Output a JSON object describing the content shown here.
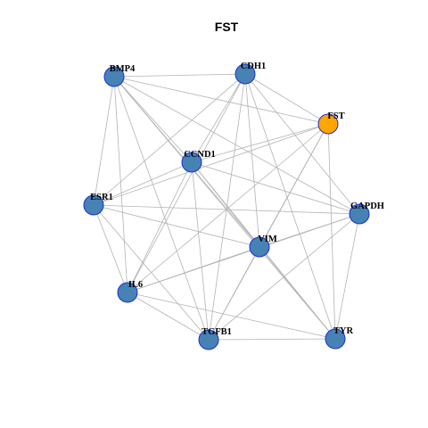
{
  "title": "FST",
  "colors": {
    "node_fill": "#4682b4",
    "highlight_fill": "#ffa500",
    "node_stroke": "#1c2ed6",
    "edge": "#b3b3b3"
  },
  "nodes": [
    {
      "id": "BMP4",
      "highlight": false
    },
    {
      "id": "CDH1",
      "highlight": false
    },
    {
      "id": "FST",
      "highlight": true
    },
    {
      "id": "CCND1",
      "highlight": false
    },
    {
      "id": "ESR1",
      "highlight": false
    },
    {
      "id": "GAPDH",
      "highlight": false
    },
    {
      "id": "VIM",
      "highlight": false
    },
    {
      "id": "IL6",
      "highlight": false
    },
    {
      "id": "TGFB1",
      "highlight": false
    },
    {
      "id": "TYR",
      "highlight": false
    }
  ],
  "edges": [
    [
      "BMP4",
      "CDH1"
    ],
    [
      "BMP4",
      "FST"
    ],
    [
      "BMP4",
      "CCND1"
    ],
    [
      "BMP4",
      "ESR1"
    ],
    [
      "BMP4",
      "GAPDH"
    ],
    [
      "BMP4",
      "VIM"
    ],
    [
      "BMP4",
      "IL6"
    ],
    [
      "BMP4",
      "TGFB1"
    ],
    [
      "BMP4",
      "TYR"
    ],
    [
      "CDH1",
      "FST"
    ],
    [
      "CDH1",
      "CCND1"
    ],
    [
      "CDH1",
      "ESR1"
    ],
    [
      "CDH1",
      "GAPDH"
    ],
    [
      "CDH1",
      "VIM"
    ],
    [
      "CDH1",
      "IL6"
    ],
    [
      "CDH1",
      "TGFB1"
    ],
    [
      "CDH1",
      "TYR"
    ],
    [
      "FST",
      "CCND1"
    ],
    [
      "FST",
      "ESR1"
    ],
    [
      "FST",
      "VIM"
    ],
    [
      "FST",
      "IL6"
    ],
    [
      "FST",
      "TGFB1"
    ],
    [
      "FST",
      "TYR"
    ],
    [
      "CCND1",
      "ESR1"
    ],
    [
      "CCND1",
      "GAPDH"
    ],
    [
      "CCND1",
      "VIM"
    ],
    [
      "CCND1",
      "IL6"
    ],
    [
      "CCND1",
      "TGFB1"
    ],
    [
      "CCND1",
      "TYR"
    ],
    [
      "ESR1",
      "GAPDH"
    ],
    [
      "ESR1",
      "VIM"
    ],
    [
      "ESR1",
      "IL6"
    ],
    [
      "ESR1",
      "TGFB1"
    ],
    [
      "GAPDH",
      "VIM"
    ],
    [
      "GAPDH",
      "IL6"
    ],
    [
      "GAPDH",
      "TGFB1"
    ],
    [
      "GAPDH",
      "TYR"
    ],
    [
      "VIM",
      "IL6"
    ],
    [
      "VIM",
      "TGFB1"
    ],
    [
      "VIM",
      "TYR"
    ],
    [
      "IL6",
      "TGFB1"
    ],
    [
      "IL6",
      "TYR"
    ],
    [
      "TGFB1",
      "TYR"
    ]
  ]
}
